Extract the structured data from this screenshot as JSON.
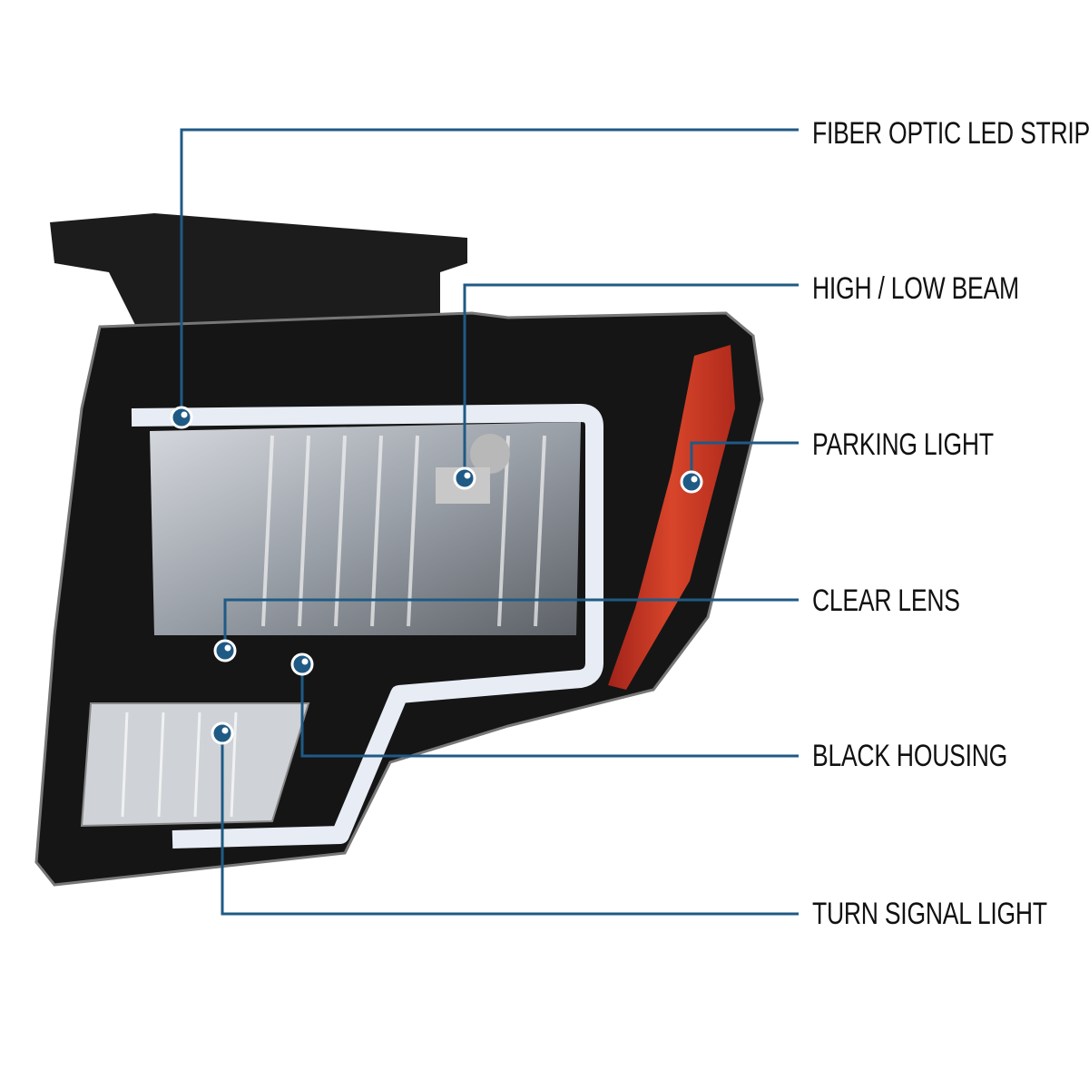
{
  "callouts": [
    {
      "label": "FIBER OPTIC LED STRIP"
    },
    {
      "label": "HIGH / LOW BEAM"
    },
    {
      "label": "PARKING LIGHT"
    },
    {
      "label": "CLEAR LENS"
    },
    {
      "label": "BLACK HOUSING"
    },
    {
      "label": "TURN SIGNAL LIGHT"
    }
  ],
  "colors": {
    "callout_line": "#1f5a85",
    "housing": "#121212",
    "amber_reflector": "#c0301c",
    "led_strip": "#e8ecf4"
  },
  "icons": [
    "callout-dot-icon"
  ]
}
